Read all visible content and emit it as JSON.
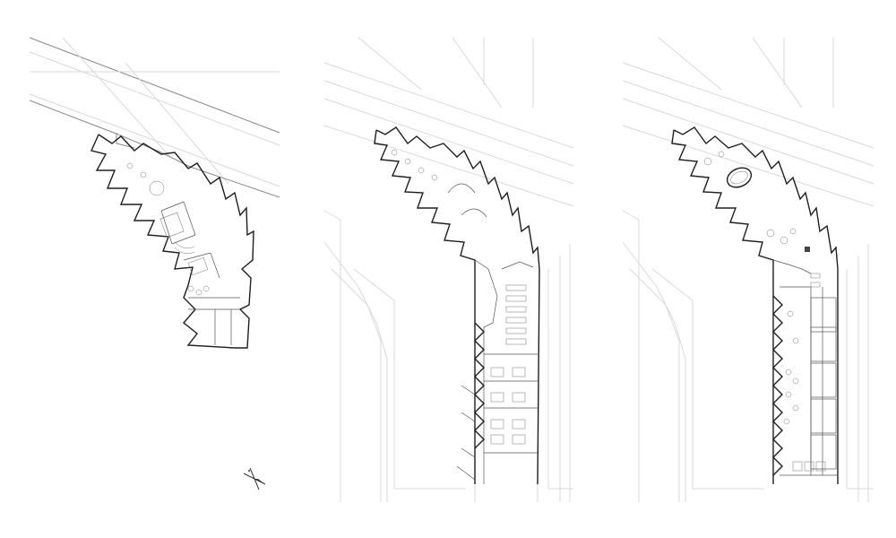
{
  "sheet": {
    "panels": [
      {
        "id": "plan-level-1",
        "drawing": "floor-plan"
      },
      {
        "id": "plan-level-2",
        "drawing": "floor-plan"
      },
      {
        "id": "plan-level-3",
        "drawing": "floor-plan"
      }
    ],
    "north_arrow_icon": "north-arrow-icon",
    "colors": {
      "background": "#ffffff",
      "walls": "#1e1e1e",
      "context_lines": "#d9d9d9",
      "furniture": "#777777"
    }
  }
}
